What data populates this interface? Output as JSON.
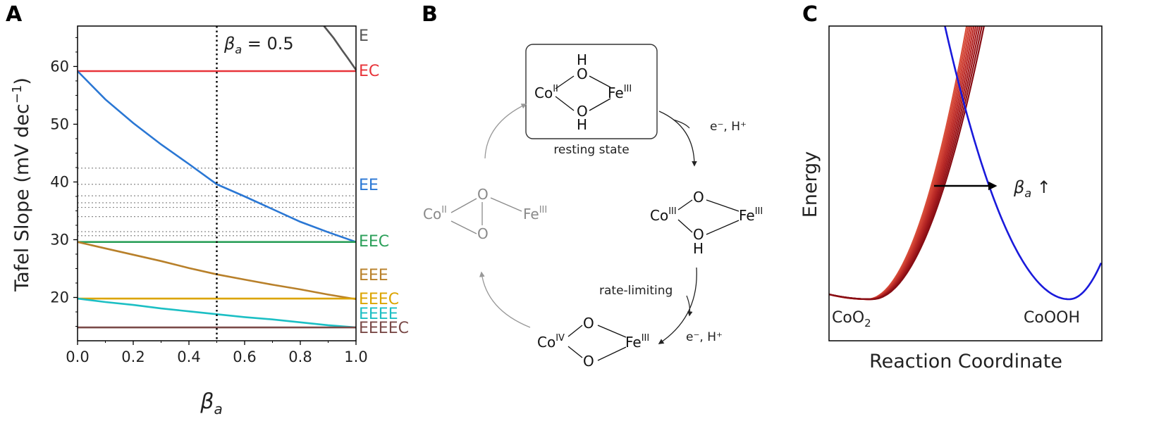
{
  "panels": {
    "a": {
      "letter": "A",
      "ylabel": "Tafel Slope (mV dec",
      "ylabel_sup": "−1",
      "ylabel_close": ")",
      "xlabel_symbol": "β",
      "xlabel_sub": "a",
      "vline_label_symbol": "β",
      "vline_label_sub": "a",
      "vline_label_value": " = 0.5"
    },
    "b": {
      "letter": "B",
      "resting_label": "resting state",
      "rate_label": "rate-limiting",
      "step_label_1": "e⁻, H⁺",
      "step_label_2": "e⁻, H⁺",
      "atom_o": "O",
      "atom_h": "H",
      "co": "Co",
      "fe": "Fe",
      "ox_ii": "II",
      "ox_iii": "III",
      "ox_iv": "IV"
    },
    "c": {
      "letter": "C",
      "xlabel": "Reaction Coordinate",
      "ylabel": "Energy",
      "left_label": "CoO",
      "left_label_sub": "2",
      "right_label": "CoOOH",
      "arrow_symbol": "β",
      "arrow_sub": "a",
      "arrow_suffix": " ↑",
      "left_color": "#8b1010",
      "right_color": "#1a1adb"
    }
  },
  "chart_data": [
    {
      "type": "line",
      "xlim": [
        0,
        1
      ],
      "ylim": [
        12.5,
        67
      ],
      "xticks": [
        0.0,
        0.2,
        0.4,
        0.6,
        0.8,
        1.0
      ],
      "xtick_labels": [
        "0.0",
        "0.2",
        "0.4",
        "0.6",
        "0.8",
        "1.0"
      ],
      "yticks": [
        20,
        30,
        40,
        50,
        60
      ],
      "ytick_labels": [
        "20",
        "30",
        "40",
        "50",
        "60"
      ],
      "vline": 0.5,
      "dotted_hlines": [
        42.4,
        39.6,
        37.6,
        36.4,
        35.6,
        34.0,
        31.4,
        30.7
      ],
      "series": [
        {
          "name": "E",
          "color": "#555555",
          "x": [
            0.885,
            0.92,
            0.95,
            0.97,
            1.0
          ],
          "y": [
            67.5,
            64.9,
            62.8,
            61.5,
            59.4
          ]
        },
        {
          "name": "EC",
          "color": "#e8343a",
          "x": [
            0,
            1
          ],
          "y": [
            59.2,
            59.2
          ]
        },
        {
          "name": "EE",
          "color": "#2a77d4",
          "x": [
            0,
            0.1,
            0.2,
            0.3,
            0.4,
            0.5,
            0.6,
            0.7,
            0.8,
            0.9,
            1.0
          ],
          "y": [
            59.2,
            54.3,
            50.2,
            46.5,
            43.1,
            39.6,
            37.5,
            35.3,
            33.1,
            31.3,
            29.6
          ]
        },
        {
          "name": "EEC",
          "color": "#2ca05a",
          "x": [
            0,
            1
          ],
          "y": [
            29.6,
            29.6
          ]
        },
        {
          "name": "EEE",
          "color": "#b8802a",
          "x": [
            0,
            0.1,
            0.2,
            0.3,
            0.4,
            0.5,
            0.6,
            0.7,
            0.8,
            0.9,
            1.0
          ],
          "y": [
            29.6,
            28.5,
            27.4,
            26.3,
            25.1,
            24.0,
            23.1,
            22.2,
            21.4,
            20.5,
            19.7
          ]
        },
        {
          "name": "EEEC",
          "color": "#dba400",
          "x": [
            0,
            1
          ],
          "y": [
            19.8,
            19.8
          ]
        },
        {
          "name": "EEEE",
          "color": "#1cbfc4",
          "x": [
            0,
            0.1,
            0.2,
            0.3,
            0.4,
            0.5,
            0.6,
            0.7,
            0.8,
            0.9,
            1.0
          ],
          "y": [
            19.8,
            19.2,
            18.7,
            18.1,
            17.6,
            17.1,
            16.6,
            16.2,
            15.7,
            15.2,
            14.8
          ]
        },
        {
          "name": "EEEEC",
          "color": "#7a4a48",
          "x": [
            0,
            1
          ],
          "y": [
            14.8,
            14.8
          ]
        }
      ]
    },
    {
      "type": "line",
      "xlabel": "Reaction Coordinate",
      "ylabel": "Energy",
      "left_minimum_x": 0.14,
      "right_minimum_x": 0.88,
      "left_curve_count": 10,
      "left_curve_colors": [
        "#d94e3a",
        "#d34536",
        "#cc3c31",
        "#c4332c",
        "#bb2b27",
        "#b22423",
        "#a81d1f",
        "#9d171b",
        "#921217",
        "#870d14"
      ]
    }
  ]
}
